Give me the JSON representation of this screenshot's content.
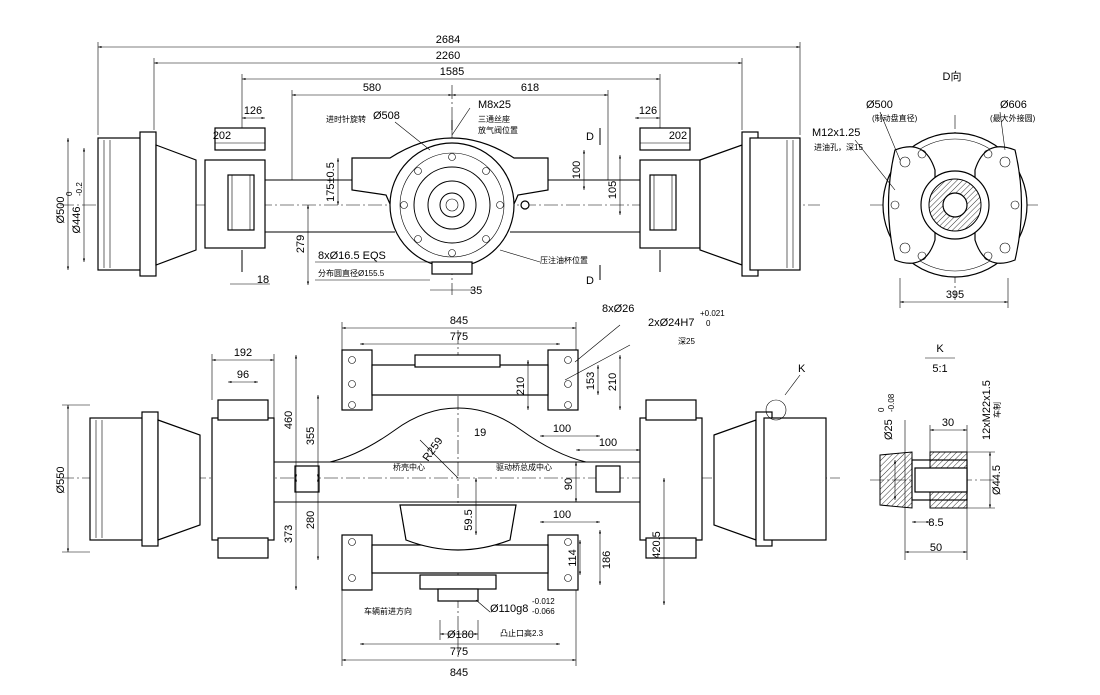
{
  "views": {
    "top": {
      "dims": {
        "overall": "2684",
        "flange": "2260",
        "spring": "1585",
        "left_offset": "580",
        "right_offset": "618",
        "hub_126_left": "126",
        "hub_126_right": "126",
        "hub_202_left": "202",
        "hub_202_right": "202",
        "bore_508": "Ø508",
        "thread_m8": "M8x25",
        "d500": "Ø500",
        "d446": "Ø446",
        "d446_tol_upper": "0",
        "d446_tol_lower": "-0.2",
        "h175": "175±0.5",
        "h279": "279",
        "w18": "18",
        "w100": "100",
        "w105": "105",
        "w35": "35",
        "holes": "8xØ16.5 EQS",
        "section_D_top": "D",
        "section_D_bottom": "D"
      },
      "notes": {
        "rotation": "进时针旋转",
        "vent": "三通丝座",
        "vent2": "放气阀位置",
        "pcd": "分布圆直径Ø155.5",
        "oil": "压注油杯位置"
      }
    },
    "side": {
      "title": "D向",
      "d500": "Ø500",
      "d500_note": "(制动盘直径)",
      "d606": "Ø606",
      "d606_note": "(最大外接圆)",
      "thread": "M12x1.25",
      "thread_note": "进油孔，深15",
      "w395": "395"
    },
    "front": {
      "dims": {
        "top845": "845",
        "top775": "775",
        "holes26": "8xØ26",
        "fit": "2xØ24H7",
        "fit_upper": "+0.021",
        "fit_lower": "0",
        "depth": "深25",
        "w192": "192",
        "w96": "96",
        "d550": "Ø550",
        "h460": "460",
        "h355": "355",
        "h373": "373",
        "h280": "280",
        "r259": "R259",
        "v19": "19",
        "v210a": "210",
        "v153": "153",
        "v210b": "210",
        "v100a": "100",
        "v100b": "100",
        "v100c": "100",
        "v90": "90",
        "v59": "59.5",
        "v420": "420.5",
        "v114": "114",
        "v186": "186",
        "d110": "Ø110g8",
        "d110_upper": "-0.012",
        "d110_lower": "-0.066",
        "d180": "Ø180",
        "boss": "凸止口高2.3",
        "bottom775": "775",
        "bottom845": "845",
        "label_K": "K"
      },
      "notes": {
        "axle_center": "桥壳中心",
        "reducer_center": "驱动桥总成中心",
        "forward": "车辆前进方向"
      }
    },
    "detail": {
      "title": "K",
      "scale": "5:1",
      "d25": "Ø25",
      "d25_upper": "0",
      "d25_lower": "-0.08",
      "w30": "30",
      "thread": "12xM22x1.5",
      "thread_note": "车制",
      "d44": "Ø44.5",
      "w8": "8.5",
      "w50": "50"
    }
  }
}
